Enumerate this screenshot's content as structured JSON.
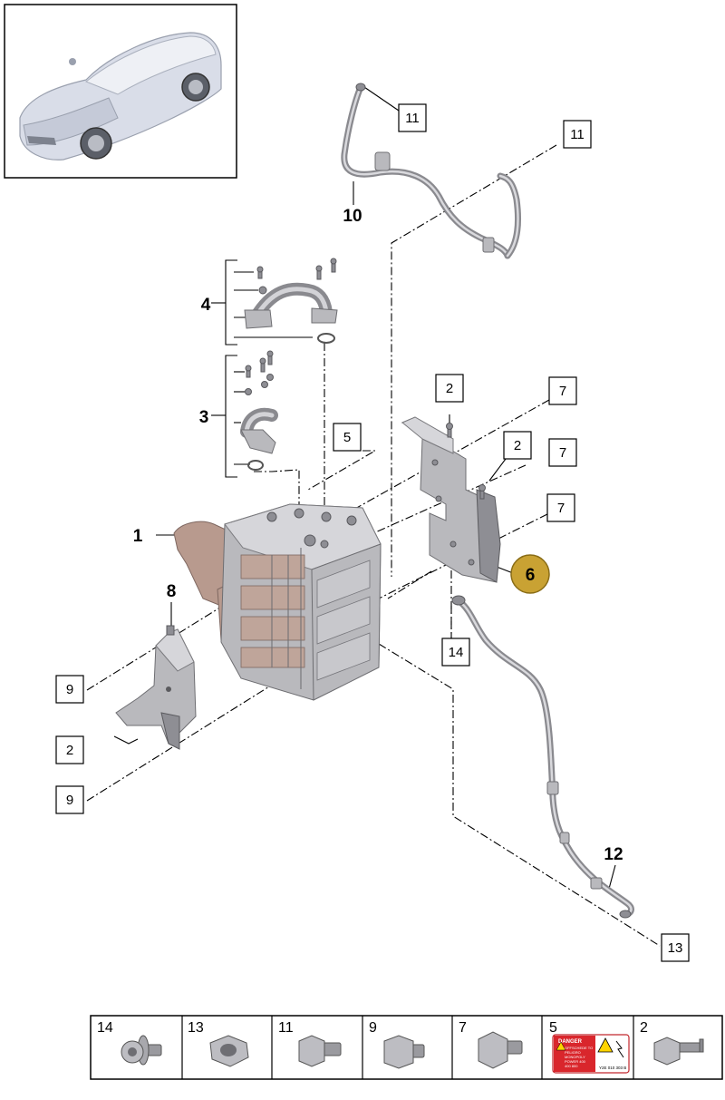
{
  "thumbnail": {
    "description_icon": "car-icon"
  },
  "callouts": {
    "bold": {
      "p1": "1",
      "p3": "3",
      "p4": "4",
      "p6": "6",
      "p8": "8",
      "p10": "10",
      "p12": "12"
    },
    "boxed": {
      "b11a": "11",
      "b11b": "11",
      "b2a": "2",
      "b7a": "7",
      "b5": "5",
      "b2b": "2",
      "b7b": "7",
      "b7c": "7",
      "b14": "14",
      "b9a": "9",
      "b2c": "2",
      "b9b": "9",
      "b13": "13"
    }
  },
  "highlight": {
    "color": "#c9a233",
    "label": "6"
  },
  "legend": {
    "cells": [
      {
        "num": "14",
        "icon": "bolt-flange-torx-icon"
      },
      {
        "num": "13",
        "icon": "hex-nut-icon"
      },
      {
        "num": "11",
        "icon": "hex-bolt-icon"
      },
      {
        "num": "9",
        "icon": "hex-bolt-icon"
      },
      {
        "num": "7",
        "icon": "hex-bolt-icon"
      },
      {
        "num": "5",
        "icon": "warning-label-icon"
      },
      {
        "num": "2",
        "icon": "long-bolt-icon"
      }
    ],
    "label5": {
      "title": "DANGER",
      "lines": [
        "OFFSCHEDE TO",
        "PELIGRO",
        "MONOPOLY",
        "POWER 400",
        "400  800"
      ],
      "code": "Y2E 010 303 B"
    }
  }
}
